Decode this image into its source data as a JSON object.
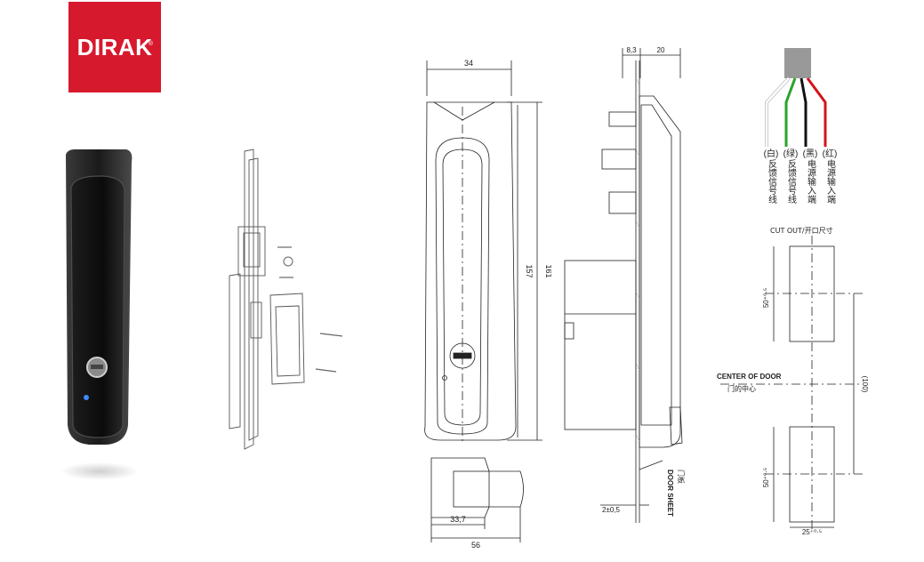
{
  "brand": {
    "name": "DIRAK",
    "color": "#d7192d"
  },
  "front_view": {
    "width_top": "34",
    "height_inner": "157",
    "height_total": "161",
    "base_width": "33,7",
    "total_width": "56"
  },
  "side_view": {
    "top_dim_a": "8,3",
    "top_dim_b": "20",
    "sheet_thickness": "2±0,5",
    "door_sheet_cn": "门板",
    "door_sheet_en": "DOOR SHEET"
  },
  "wires": [
    {
      "color_cn": "(白)",
      "desc": "反馈信号线",
      "color": "#ffffff"
    },
    {
      "color_cn": "(绿)",
      "desc": "反馈信号线",
      "color": "#2aa52a"
    },
    {
      "color_cn": "(黑)",
      "desc": "电源输入端",
      "color": "#111111"
    },
    {
      "color_cn": "(红)",
      "desc": "电源输入端",
      "color": "#d4141b"
    }
  ],
  "cutout": {
    "title": "CUT OUT/开口尺寸",
    "center_en": "CENTER OF DOOR",
    "center_cn": "门的中心",
    "dim_top": "50⁺⁰·⁵",
    "dim_bottom": "50⁺⁰·⁵",
    "dim_total": "(100)",
    "dim_width": "25⁺⁰·⁵"
  }
}
